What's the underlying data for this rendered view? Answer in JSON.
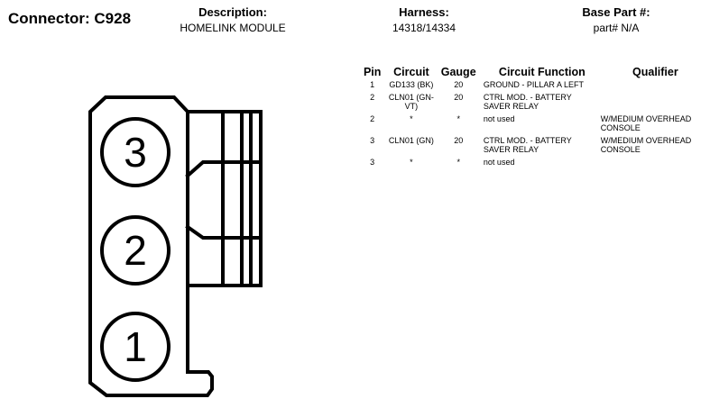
{
  "header": {
    "connector": "Connector: C928",
    "description_label": "Description:",
    "description_value": "HOMELINK MODULE",
    "harness_label": "Harness:",
    "harness_value": "14318/14334",
    "base_part_label": "Base Part #:",
    "base_part_value": "part# N/A"
  },
  "table": {
    "headers": [
      "Pin",
      "Circuit",
      "Gauge",
      "Circuit Function",
      "Qualifier"
    ],
    "rows": [
      {
        "pin": "1",
        "circuit": "GD133 (BK)",
        "gauge": "20",
        "function": "GROUND - PILLAR A LEFT",
        "qualifier": ""
      },
      {
        "pin": "2",
        "circuit": "CLN01 (GN-VT)",
        "gauge": "20",
        "function": "CTRL MOD. - BATTERY SAVER RELAY",
        "qualifier": ""
      },
      {
        "pin": "2",
        "circuit": "*",
        "gauge": "*",
        "function": "not used",
        "qualifier": "W/MEDIUM OVERHEAD CONSOLE"
      },
      {
        "pin": "3",
        "circuit": "CLN01 (GN)",
        "gauge": "20",
        "function": "CTRL MOD. - BATTERY SAVER RELAY",
        "qualifier": "W/MEDIUM OVERHEAD CONSOLE"
      },
      {
        "pin": "3",
        "circuit": "*",
        "gauge": "*",
        "function": "not used",
        "qualifier": ""
      }
    ]
  },
  "diagram": {
    "pins": [
      "3",
      "2",
      "1"
    ]
  }
}
